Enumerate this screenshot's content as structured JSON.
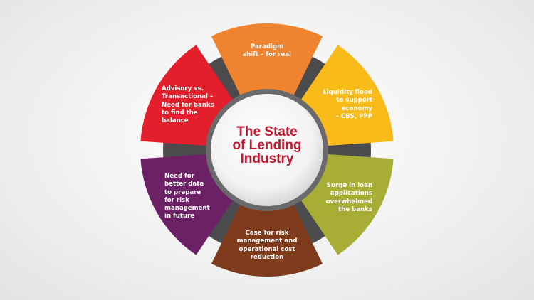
{
  "center": {
    "title": "The State\nof Lending\nIndustry",
    "color": "#c0172e"
  },
  "ring_color": "#4b4b4d",
  "segments": [
    {
      "text": "Paradigm\nshift – for real",
      "color": "#f0832f"
    },
    {
      "text": "Liquidity flood\nto support\neconomy\n– CBS, PPP",
      "color": "#f8bb1a"
    },
    {
      "text": "Surge in loan\napplications\noverwhelmed\nthe banks",
      "color": "#a8ad36"
    },
    {
      "text": "Case for risk\nmanagement and\noperational cost\nreduction",
      "color": "#7d3b1b"
    },
    {
      "text": "Need for\nbetter data\nto prepare\nfor risk\nmanagement\nin future",
      "color": "#6c2167"
    },
    {
      "text": "Advisory vs.\nTransactional –\nNeed for banks\nto find the\nbalance",
      "color": "#e21f2b"
    }
  ]
}
